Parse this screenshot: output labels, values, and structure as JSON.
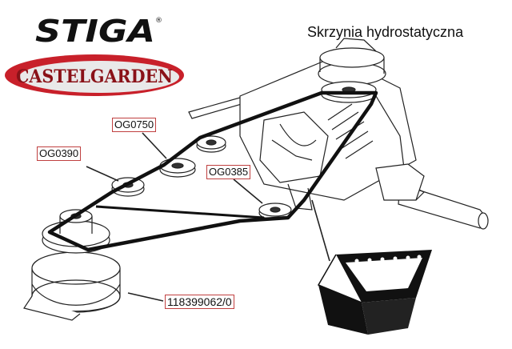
{
  "title": "Skrzynia hydrostatyczna",
  "logos": {
    "stiga": "STIGA",
    "registered": "®",
    "castelgarden": "CASTELGARDEN"
  },
  "parts": [
    {
      "id": "og0750",
      "label": "OG0750"
    },
    {
      "id": "og0390",
      "label": "OG0390"
    },
    {
      "id": "og0385",
      "label": "OG0385"
    },
    {
      "id": "main",
      "label": "118399062/0"
    }
  ],
  "colors": {
    "label_border": "#c04040",
    "cg_red": "#c8202a",
    "belt": "#111111",
    "line": "#333333"
  }
}
